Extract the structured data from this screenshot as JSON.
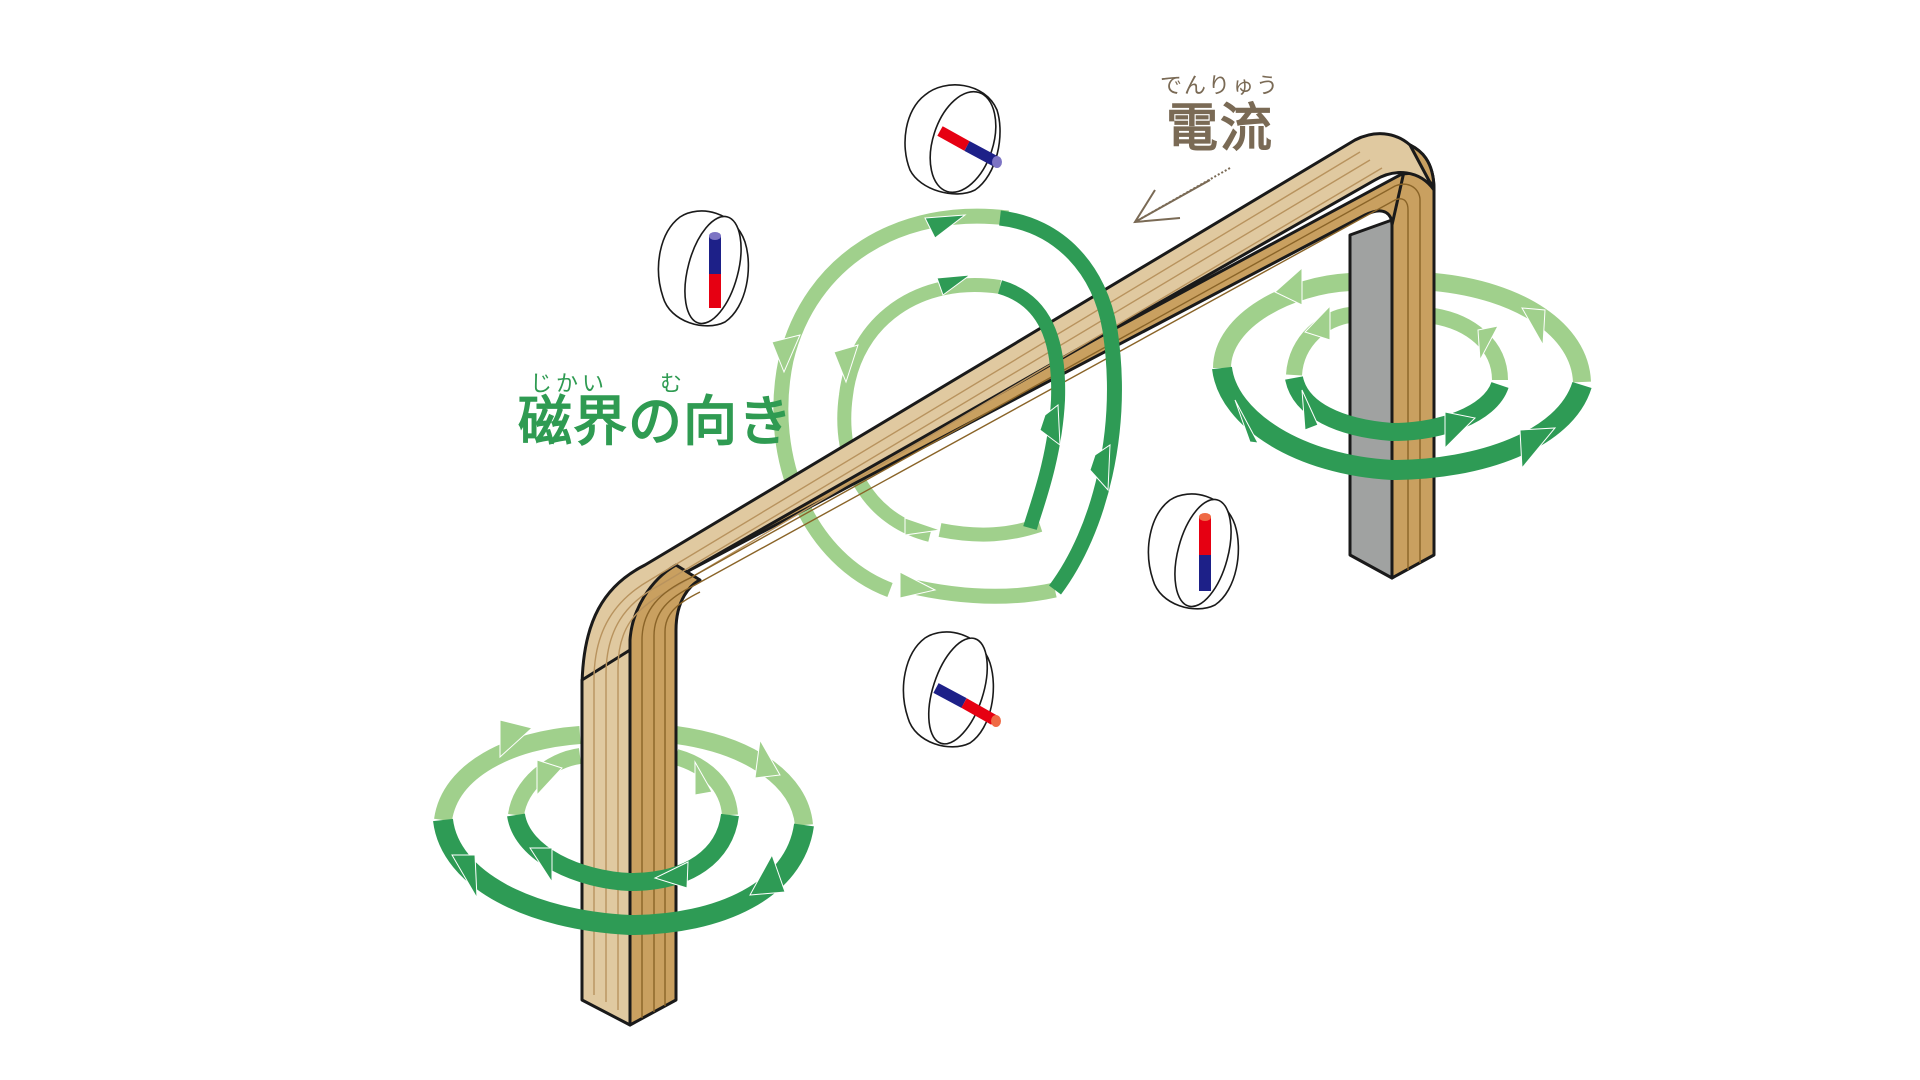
{
  "labels": {
    "current": {
      "ruby": "でんりゅう",
      "text": "電流"
    },
    "magnetic_field": {
      "ruby_1": "じかい",
      "ruby_2": "む",
      "text": "磁界の向き"
    }
  },
  "colors": {
    "wire_top": "#e0c9a0",
    "wire_side": "#c9a060",
    "wire_grain_top": "#b8935e",
    "wire_grain_side": "#8a6428",
    "wire_inner": "#a0a2a1",
    "field_front": "#2e9b55",
    "field_back": "#a0d08c",
    "label_current": "#7a6a55",
    "label_field": "#2f9b52",
    "magnet_north": "#e60012",
    "magnet_south": "#1d2088",
    "outline": "#1a1a1a"
  },
  "diagram": {
    "description": "Right-hand rule: magnetic field circles around a current-carrying wire bent into a bridge shape, with compasses showing field direction",
    "components": [
      {
        "id": "wire",
        "type": "bent-conductor",
        "segments": [
          "left-post",
          "top-beam",
          "right-post"
        ]
      },
      {
        "id": "current-arrow",
        "type": "arrow",
        "direction": "down-left along beam",
        "label": "電流"
      },
      {
        "id": "field-rings-left-post",
        "count": 2,
        "rotation": "clockwise (viewed from above)"
      },
      {
        "id": "field-rings-beam",
        "count": 2,
        "rotation": "around beam"
      },
      {
        "id": "field-rings-right-post",
        "count": 2,
        "rotation": "counter-clockwise (viewed from above)"
      },
      {
        "id": "compass-top",
        "needle": "N points up-left, S down-right"
      },
      {
        "id": "compass-left",
        "needle": "S up, N down"
      },
      {
        "id": "compass-right",
        "needle": "N up, S down"
      },
      {
        "id": "compass-bottom",
        "needle": "S up-left, N down-right"
      }
    ]
  }
}
